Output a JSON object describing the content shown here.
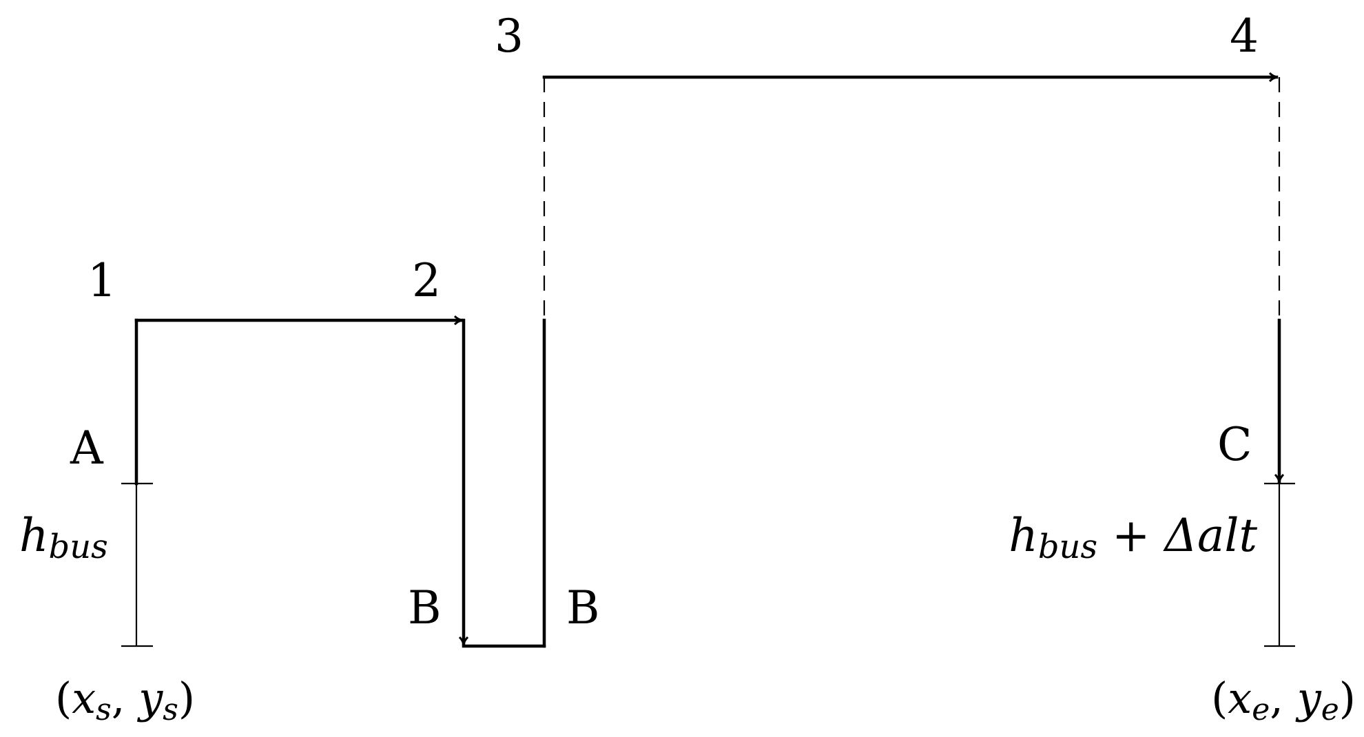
{
  "waypoints": {
    "p1": "1",
    "p2": "2",
    "p3": "3",
    "p4": "4"
  },
  "segments": {
    "a": "A",
    "b_left": "B",
    "b_right": "B",
    "c": "C"
  },
  "heights": {
    "start": {
      "main": "h",
      "sub": "bus"
    },
    "end": {
      "main": "h",
      "sub": "bus",
      "suffix": " + Δalt"
    }
  },
  "coords": {
    "start": {
      "open": "(",
      "x": "x",
      "x_sub": "s",
      "sep": ", ",
      "y": "y",
      "y_sub": "s",
      "close": ")"
    },
    "end": {
      "open": "(",
      "x": "x",
      "x_sub": "e",
      "sep": ", ",
      "y": "y",
      "y_sub": "e",
      "close": ")"
    }
  }
}
